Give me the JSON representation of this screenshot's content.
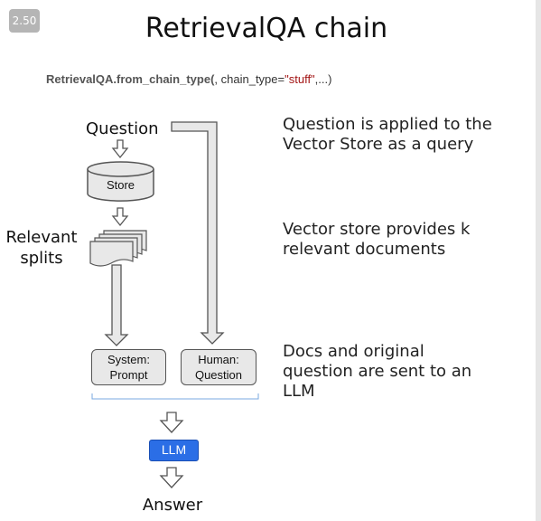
{
  "badge": "2.50",
  "title": "RetrievalQA chain",
  "code": {
    "func": "RetrievalQA.from_chain_type(",
    "arg": ", chain_type=",
    "str": "\"stuff\"",
    "tail": ",...)"
  },
  "diagram": {
    "question": "Question",
    "store": "Store",
    "relevant_line1": "Relevant",
    "relevant_line2": "splits",
    "system_line1": "System:",
    "system_line2": "Prompt",
    "human_line1": "Human:",
    "human_line2": "Question",
    "llm": "LLM",
    "answer": "Answer"
  },
  "descriptions": {
    "d1_line1": "Question is applied to the",
    "d1_line2": "Vector Store as a query",
    "d2_line1": "Vector store provides k",
    "d2_line2": "relevant documents",
    "d3_line1": "Docs and original",
    "d3_line2": "question are sent to an",
    "d3_line3": "LLM"
  }
}
